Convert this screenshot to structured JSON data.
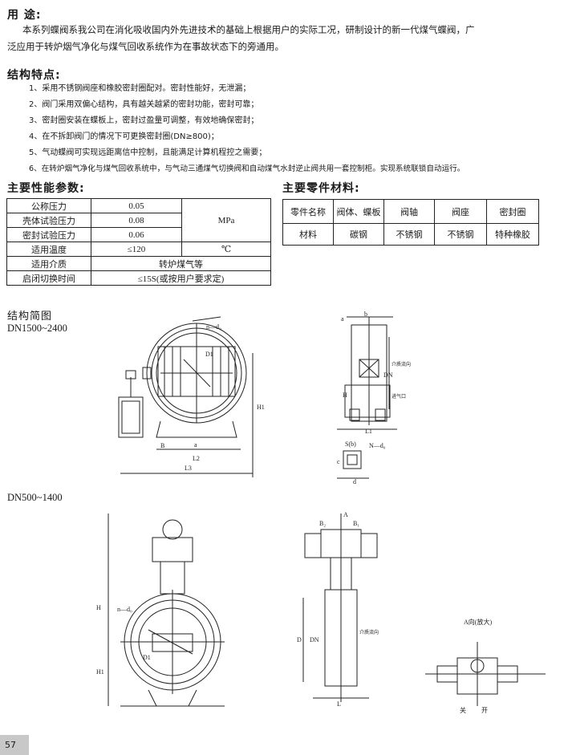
{
  "usage": {
    "heading": "用 途:",
    "line1": "本系列蝶阀系我公司在消化吸收国内外先进技术的基础上根据用户的实际工况，研制设计的新一代煤气蝶阀，广",
    "line2": "泛应用于转炉烟气净化与煤气回收系统作为在事故状态下的旁通用。"
  },
  "features": {
    "heading": "结构特点:",
    "items": [
      "1、采用不锈钢阀座和橡胶密封圈配对。密封性能好，无泄漏；",
      "2、阀门采用双偏心结构，具有越关越紧的密封功能，密封可靠；",
      "3、密封圈安装在蝶板上，密封过盈量可调整，有效地确保密封；",
      "4、在不拆卸阀门的情况下可更换密封圈(DN≥800)；",
      "5、气动蝶阀可实现远距离信中控制，且能满足计算机程控之需要；",
      "6、在转炉烟气净化与煤气回收系统中，与气动三通煤气切换阀和自动煤气水封逆止阀共用一套控制柜。实现系统联锁自动运行。"
    ]
  },
  "params": {
    "heading": "主要性能参数:",
    "rows": [
      {
        "name": "公称压力",
        "value": "0.05"
      },
      {
        "name": "壳体试验压力",
        "value": "0.08"
      },
      {
        "name": "密封试验压力",
        "value": "0.06"
      },
      {
        "name": "适用温度",
        "value": "≤120"
      },
      {
        "name": "适用介质",
        "value": "转炉煤气等"
      },
      {
        "name": "启闭切换时间",
        "value": "≤15S(或按用户要求定)"
      }
    ],
    "unit_pressure": "MPa",
    "unit_temp": "℃"
  },
  "parts": {
    "heading": "主要零件材料:",
    "header": [
      "零件名称",
      "阀体、蝶板",
      "阀轴",
      "阀座",
      "密封圈"
    ],
    "row": [
      "材料",
      "碳钢",
      "不锈钢",
      "不锈钢",
      "特种橡胶"
    ]
  },
  "diagram": {
    "heading": "结构简图",
    "range1": "DN1500~2400",
    "range2": "DN500~1400",
    "labels1": [
      "n—d₀",
      "D1",
      "H1",
      "L2",
      "L3",
      "B",
      "a",
      "b",
      "H",
      "DN",
      "L1",
      "N—d₀",
      "S(b)",
      "c",
      "d",
      "介质流向",
      "进气口"
    ],
    "labels2": [
      "H",
      "H1",
      "n—d₀",
      "D1",
      "A",
      "B₂",
      "B₁",
      "D",
      "DN",
      "L",
      "介质流向",
      "A向(放大)",
      "关",
      "开"
    ]
  },
  "page_number": "57"
}
